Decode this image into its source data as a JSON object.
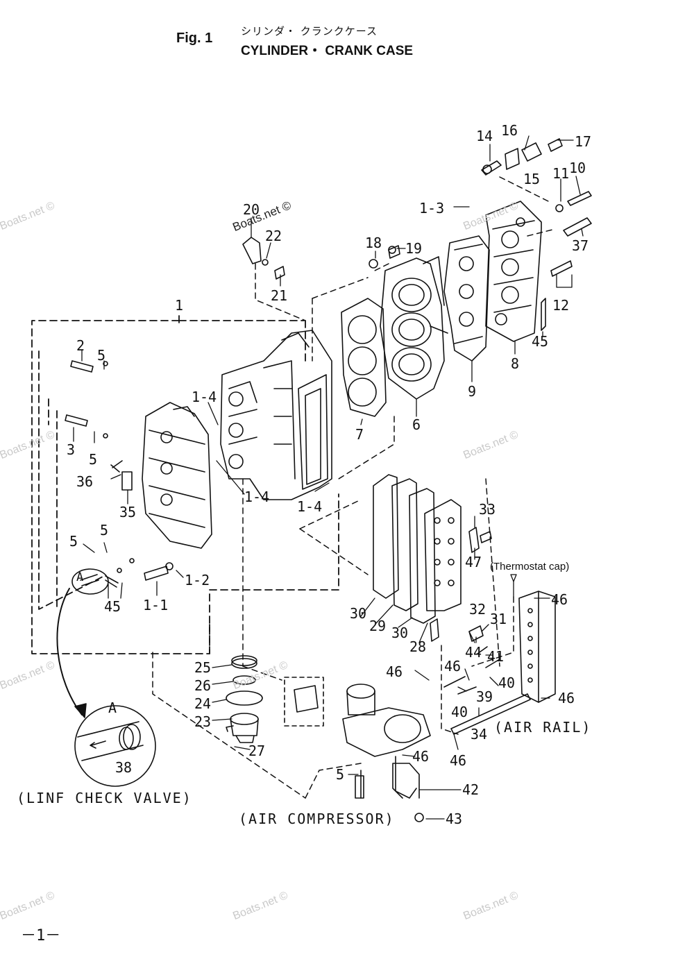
{
  "header": {
    "fig_label": "Fig. 1",
    "title_jp": "シリンダ・ クランクケース",
    "title_en": "CYLINDER・ CRANK CASE"
  },
  "watermark": {
    "text": "Boats.net ©"
  },
  "page_number": "－1－",
  "captions": {
    "thermostat_cap": "(Thermostat cap)",
    "air_rail": "(AIR RAIL)",
    "line_check_valve": "(LINF CHECK VALVE)",
    "air_compressor": "(AIR COMPRESSOR)",
    "detail_a": "A",
    "detail_a_marker": "A"
  },
  "parts": [
    {
      "id": "p14",
      "label": "14"
    },
    {
      "id": "p16",
      "label": "16"
    },
    {
      "id": "p17",
      "label": "17"
    },
    {
      "id": "p15",
      "label": "15"
    },
    {
      "id": "p11",
      "label": "11"
    },
    {
      "id": "p10",
      "label": "10"
    },
    {
      "id": "p1_3",
      "label": "1-3"
    },
    {
      "id": "p37",
      "label": "37"
    },
    {
      "id": "p20",
      "label": "20"
    },
    {
      "id": "p22",
      "label": "22"
    },
    {
      "id": "p21",
      "label": "21"
    },
    {
      "id": "p18",
      "label": "18"
    },
    {
      "id": "p19",
      "label": "19"
    },
    {
      "id": "p12",
      "label": "12"
    },
    {
      "id": "p45a",
      "label": "45"
    },
    {
      "id": "p1",
      "label": "1"
    },
    {
      "id": "p8",
      "label": "8"
    },
    {
      "id": "p9",
      "label": "9"
    },
    {
      "id": "p2",
      "label": "2"
    },
    {
      "id": "p5a",
      "label": "5"
    },
    {
      "id": "p1_4a",
      "label": "1-4"
    },
    {
      "id": "p6",
      "label": "6"
    },
    {
      "id": "p7",
      "label": "7"
    },
    {
      "id": "p3",
      "label": "3"
    },
    {
      "id": "p5b",
      "label": "5"
    },
    {
      "id": "p36",
      "label": "36"
    },
    {
      "id": "p35",
      "label": "35"
    },
    {
      "id": "p1_4b",
      "label": "1-4"
    },
    {
      "id": "p1_4c",
      "label": "1-4"
    },
    {
      "id": "p33",
      "label": "33"
    },
    {
      "id": "p5c",
      "label": "5"
    },
    {
      "id": "p5d",
      "label": "5"
    },
    {
      "id": "p47",
      "label": "47"
    },
    {
      "id": "p1_2",
      "label": "1-2"
    },
    {
      "id": "p45b",
      "label": "45"
    },
    {
      "id": "p1_1",
      "label": "1-1"
    },
    {
      "id": "p46a",
      "label": "46"
    },
    {
      "id": "p32",
      "label": "32"
    },
    {
      "id": "p31",
      "label": "31"
    },
    {
      "id": "p30a",
      "label": "30"
    },
    {
      "id": "p29",
      "label": "29"
    },
    {
      "id": "p30b",
      "label": "30"
    },
    {
      "id": "p28",
      "label": "28"
    },
    {
      "id": "p44",
      "label": "44"
    },
    {
      "id": "p41",
      "label": "41"
    },
    {
      "id": "p25",
      "label": "25"
    },
    {
      "id": "p46b",
      "label": "46"
    },
    {
      "id": "p46c",
      "label": "46"
    },
    {
      "id": "p40a",
      "label": "40"
    },
    {
      "id": "p26",
      "label": "26"
    },
    {
      "id": "p39",
      "label": "39"
    },
    {
      "id": "p46d",
      "label": "46"
    },
    {
      "id": "p24",
      "label": "24"
    },
    {
      "id": "p40b",
      "label": "40"
    },
    {
      "id": "p23",
      "label": "23"
    },
    {
      "id": "p34",
      "label": "34"
    },
    {
      "id": "p27",
      "label": "27"
    },
    {
      "id": "p46e",
      "label": "46"
    },
    {
      "id": "p46f",
      "label": "46"
    },
    {
      "id": "p38",
      "label": "38"
    },
    {
      "id": "p5e",
      "label": "5"
    },
    {
      "id": "p42",
      "label": "42"
    },
    {
      "id": "p43",
      "label": "43"
    }
  ]
}
